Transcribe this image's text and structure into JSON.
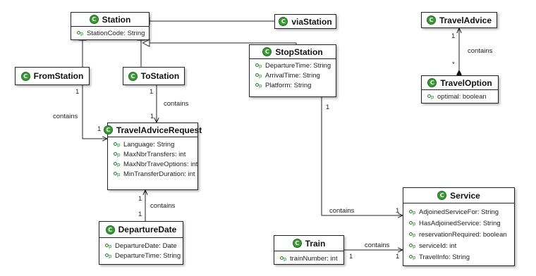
{
  "classes": {
    "station": {
      "name": "Station",
      "attributes": [
        "StationCode: String"
      ]
    },
    "via_station": {
      "name": "viaStation",
      "attributes": []
    },
    "from_station": {
      "name": "FromStation",
      "attributes": []
    },
    "to_station": {
      "name": "ToStation",
      "attributes": []
    },
    "stop_station": {
      "name": "StopStation",
      "attributes": [
        "DepartureTime: String",
        "ArrivalTime: String",
        "Platform: String"
      ]
    },
    "travel_advice": {
      "name": "TravelAdvice",
      "attributes": []
    },
    "travel_option": {
      "name": "TravelOption",
      "attributes": [
        "optimal: boolean"
      ]
    },
    "travel_advice_request": {
      "name": "TravelAdviceRequest",
      "attributes": [
        "Language: String",
        "MaxNbrTransfers: int",
        "MaxNbrTraveOptions: int",
        "MinTransferDuration: int"
      ]
    },
    "departure_date": {
      "name": "DepartureDate",
      "attributes": [
        "DepartureDate: Date",
        "DepartureTime: String"
      ]
    },
    "service": {
      "name": "Service",
      "attributes": [
        "AdjoinedServiceFor: String",
        "HasAdjoinedService: String",
        "reservationRequired: boolean",
        "serviceId: int",
        "TravelInfo: String"
      ]
    },
    "train": {
      "name": "Train",
      "attributes": [
        "trainNumber: int"
      ]
    }
  },
  "relations": {
    "from_request": {
      "label": "contains",
      "mult_source": "1",
      "mult_target": "1"
    },
    "to_request": {
      "label": "contains",
      "mult_source": "1",
      "mult_target": "1"
    },
    "advice_option": {
      "label": "contains",
      "mult_source": "1",
      "mult_target": "*"
    },
    "request_date": {
      "label": "contains",
      "mult_source": "1",
      "mult_target": "1"
    },
    "stop_service": {
      "label": "contains",
      "mult_source": "1",
      "mult_target": "1"
    },
    "train_service": {
      "label": "contains",
      "mult_source": "1",
      "mult_target": "1"
    }
  },
  "icons": {
    "class_icon": "class-c-icon",
    "attribute_icon": "property-icon"
  },
  "colors": {
    "class_icon": "#3c9a35",
    "lines": "#222222"
  }
}
